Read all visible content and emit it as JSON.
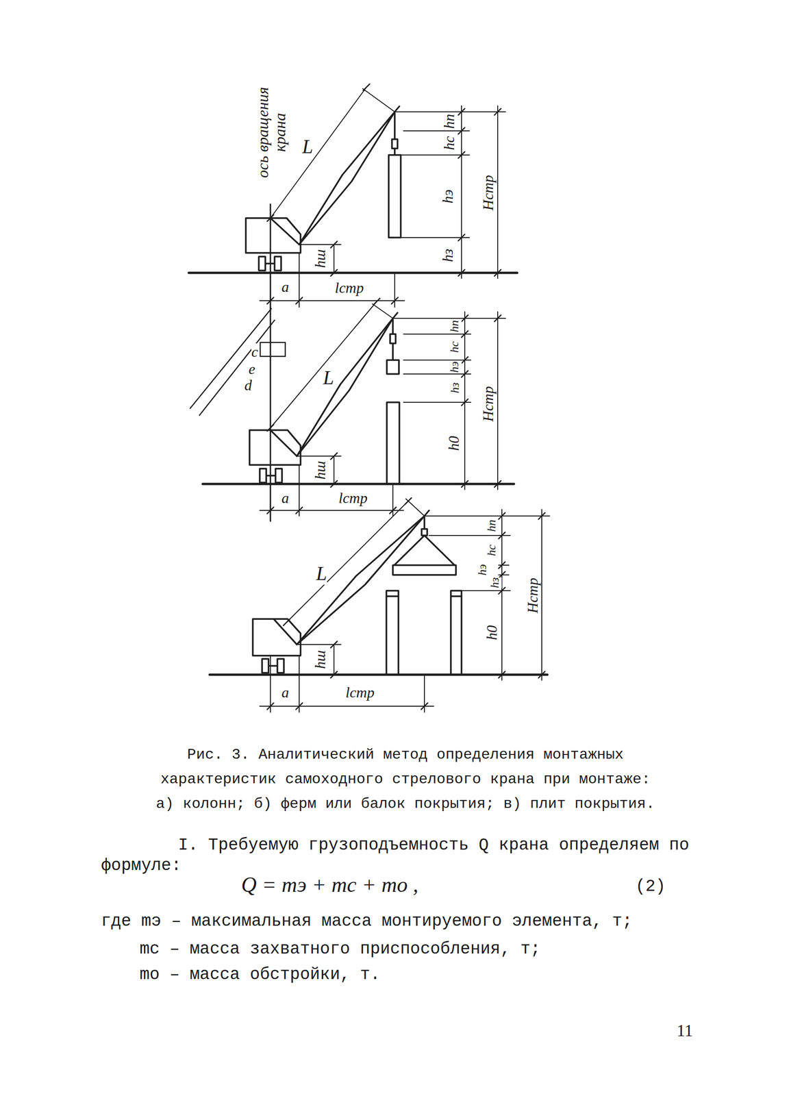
{
  "diagram": {
    "caption": "Рис. 3. Аналитический метод определения монтажных характеристик самоходного стрелового крана при монтаже: а) колонн; б) ферм или балок покрытия; в) плит покрытия.",
    "labels": [
      "ось вращения крана",
      "L",
      "hш",
      "a",
      "lстр",
      "hп",
      "hс",
      "hэ",
      "hз",
      "Hстр",
      "e",
      "c",
      "d",
      "L",
      "hш",
      "a",
      "lстр",
      "hп",
      "hс",
      "hэ",
      "hз",
      "h0",
      "Hстр",
      "L",
      "hш",
      "a",
      "lстр",
      "hп",
      "hс",
      "hэ",
      "hз",
      "h0",
      "Hстр",
      "I. Требуемую грузоподъемность Q крана определяем по формуле:",
      "Q = mэ + mс + mо ,",
      "(2)",
      "где mэ – максимальная масса монтируемого элемента, т;",
      "mс – масса захватного приспособления, т;",
      "mо – масса обстройки, т.",
      "11"
    ]
  }
}
